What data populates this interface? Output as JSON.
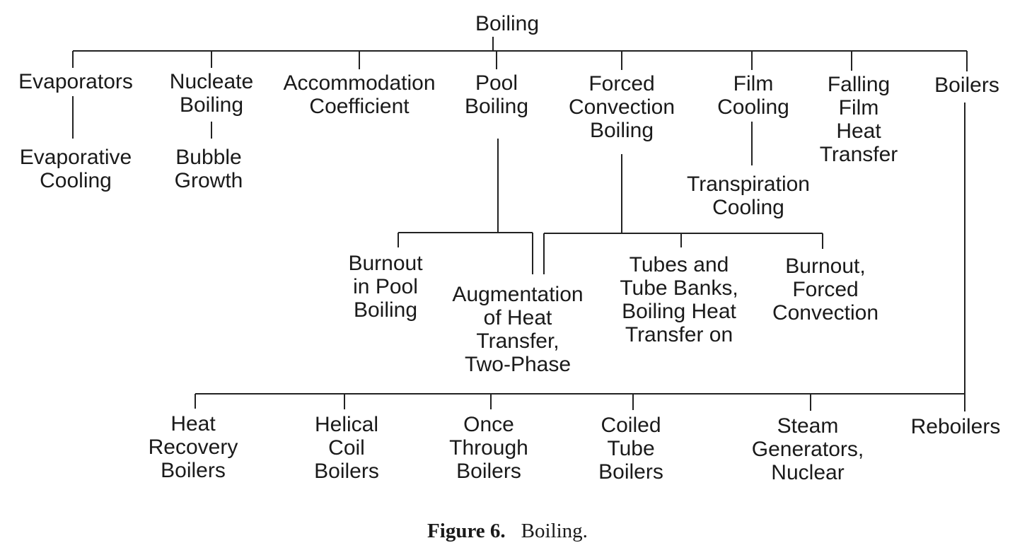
{
  "nodes": {
    "boiling": "Boiling",
    "evaporators": "Evaporators",
    "nucleate_boiling": "Nucleate\nBoiling",
    "accommodation_coefficient": "Accommodation\nCoefficient",
    "pool_boiling": "Pool\nBoiling",
    "forced_convection_boiling": "Forced\nConvection\nBoiling",
    "film_cooling": "Film\nCooling",
    "falling_film_heat_transfer": "Falling\nFilm\nHeat\nTransfer",
    "boilers": "Boilers",
    "evaporative_cooling": "Evaporative\nCooling",
    "bubble_growth": "Bubble\nGrowth",
    "transpiration_cooling": "Transpiration\nCooling",
    "burnout_in_pool_boiling": "Burnout\nin Pool\nBoiling",
    "augmentation_two_phase": "Augmentation\nof Heat\nTransfer,\nTwo-Phase",
    "tubes_and_tube_banks": "Tubes and\nTube Banks,\nBoiling Heat\nTransfer on",
    "burnout_forced_convection": "Burnout,\nForced\nConvection",
    "heat_recovery_boilers": "Heat\nRecovery\nBoilers",
    "helical_coil_boilers": "Helical\nCoil\nBoilers",
    "once_through_boilers": "Once\nThrough\nBoilers",
    "coiled_tube_boilers": "Coiled\nTube\nBoilers",
    "steam_generators_nuclear": "Steam\nGenerators,\nNuclear",
    "reboilers": "Reboilers"
  },
  "caption": {
    "label": "Figure 6.",
    "text": "Boiling."
  }
}
